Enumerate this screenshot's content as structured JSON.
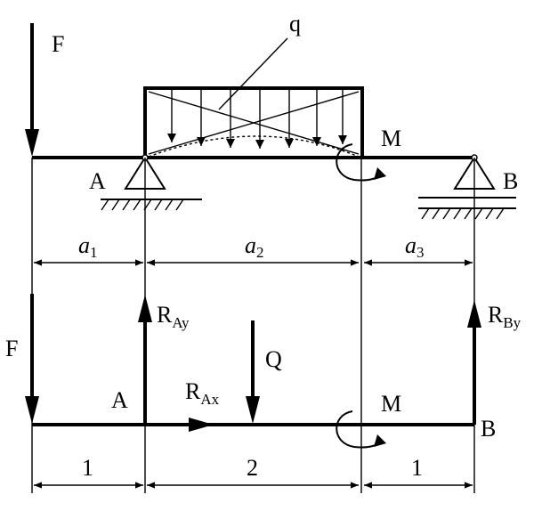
{
  "diagram": {
    "top_scheme": {
      "force_F": "F",
      "load_q": "q",
      "moment_M": "M",
      "support_A": "A",
      "support_B": "B",
      "span_a1": {
        "letter": "a",
        "sub": "1"
      },
      "span_a2": {
        "letter": "a",
        "sub": "2"
      },
      "span_a3": {
        "letter": "a",
        "sub": "3"
      }
    },
    "bottom_scheme": {
      "force_F": "F",
      "resultant_Q": "Q",
      "moment_M": "M",
      "point_A": "A",
      "point_B": "B",
      "reaction_RAy": {
        "letter": "R",
        "sub": "Ay"
      },
      "reaction_RAx": {
        "letter": "R",
        "sub": "Ax"
      },
      "reaction_RBy": {
        "letter": "R",
        "sub": "By"
      },
      "span_1": "1",
      "span_2": "2",
      "span_3": "1"
    }
  }
}
